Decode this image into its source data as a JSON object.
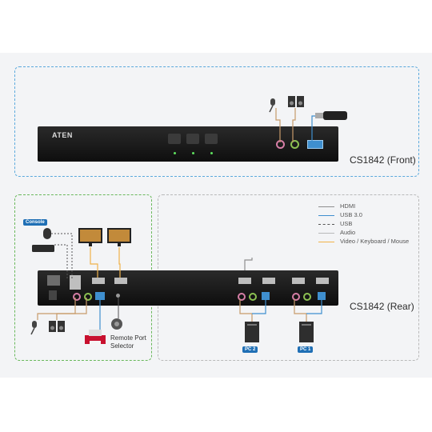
{
  "front": {
    "model_label": "CS1842 (Front)",
    "brand": "ATEN"
  },
  "rear": {
    "model_label": "CS1842 (Rear)"
  },
  "console": {
    "tag": "Console",
    "remote_selector_label": "Remote Port\nSelector"
  },
  "pcs": [
    {
      "tag": "PC 2"
    },
    {
      "tag": "PC 1"
    }
  ],
  "legend": [
    {
      "label": "HDMI",
      "color": "#8e8e8e",
      "style": "solid"
    },
    {
      "label": "USB 3.0",
      "color": "#3f8fcf",
      "style": "solid"
    },
    {
      "label": "USB",
      "color": "#555555",
      "style": "dashed"
    },
    {
      "label": "Audio",
      "color": "#b9b9b9",
      "style": "solid"
    },
    {
      "label": "Video / Keyboard / Mouse",
      "color": "#f0b24a",
      "style": "solid"
    }
  ],
  "colors": {
    "front_border": "#5aa9dc",
    "console_border": "#69b85b",
    "rear_border": "#b9b9b9",
    "device": "#161616",
    "audio_wire": "#c79a6a",
    "usb3": "#3f8fcf"
  }
}
